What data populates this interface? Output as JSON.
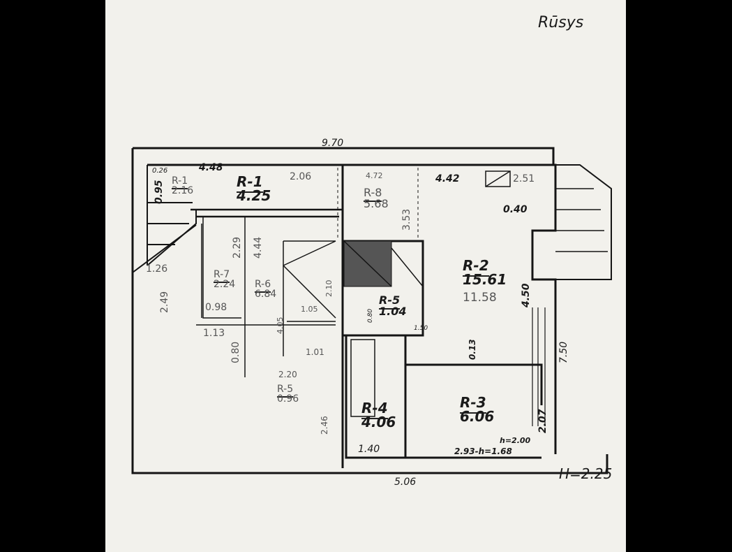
{
  "title": "Rūsys",
  "overall": {
    "width_top": "9.70",
    "width_bottom": "5.06",
    "height_right": "7.50",
    "ceiling_height": "H=2.25"
  },
  "rooms": [
    {
      "id": "R-1",
      "area": "4.25"
    },
    {
      "id": "R-1",
      "area": "2.16",
      "note": "4.48"
    },
    {
      "id": "R-8",
      "area": "5.68",
      "note": "4.72"
    },
    {
      "id": "R-2",
      "area": "15.61",
      "alt_area": "11.58"
    },
    {
      "id": "R-7",
      "area": "2.24",
      "alt_area": "0.98"
    },
    {
      "id": "R-6",
      "area": "6.84"
    },
    {
      "id": "R-5",
      "area": "1.04"
    },
    {
      "id": "R-5",
      "area": "0.96"
    },
    {
      "id": "R-4",
      "area": "4.06"
    },
    {
      "id": "R-3",
      "area": "6.06"
    }
  ],
  "dimensions": {
    "d095": "0.95",
    "d026": "0.26",
    "d206": "2.06",
    "d442": "4.42",
    "d251": "2.51",
    "d040": "0.40",
    "d126": "1.26",
    "d249": "2.49",
    "d229": "2.29",
    "d444": "4.44",
    "d353": "3.53",
    "d210": "2.10",
    "d105": "1.05",
    "d113": "1.13",
    "d405": "4.05",
    "d080": "0.80",
    "d101": "1.01",
    "d220": "2.20",
    "d246": "2.46",
    "d450": "4.50",
    "d013": "0.13",
    "d150": "1.50",
    "d080b": "0.80",
    "d140": "1.40",
    "d207": "2.07",
    "h200": "h=2.00",
    "h168": "2.93-h=1.68"
  }
}
